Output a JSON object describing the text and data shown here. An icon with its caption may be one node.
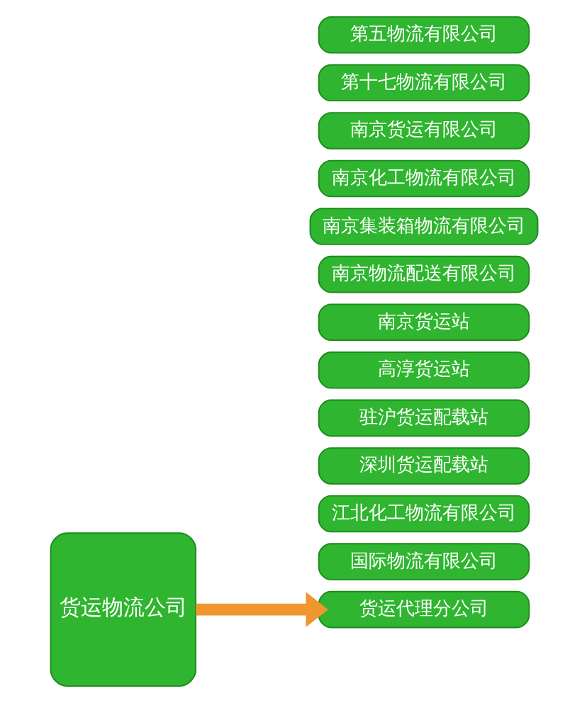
{
  "diagram": {
    "nodes": [
      {
        "text": [
          "货运物流公司"
        ]
      },
      {
        "text": [
          "第五物流有限公司"
        ]
      },
      {
        "text": [
          "第十七物流有限公司"
        ]
      },
      {
        "text": [
          "南京货运有限公司"
        ]
      },
      {
        "text": [
          "南京化工物流有限公司"
        ]
      },
      {
        "text": [
          "南京集装箱物流有限公司"
        ]
      },
      {
        "text": [
          "南京物流配送有限公司"
        ]
      },
      {
        "text": [
          "货运代理分公司"
        ]
      },
      {
        "text": [
          "南京货运站"
        ]
      },
      {
        "text": [
          "高淳货运站"
        ]
      },
      {
        "text": [
          "驻沪货运配载站"
        ]
      },
      {
        "text": [
          "深圳货运配载站"
        ]
      },
      {
        "text": [
          "江北化工物流有限公司"
        ]
      },
      {
        "text": [
          "国际物流有限公司"
        ]
      }
    ],
    "edges": [
      {
        "from": 0,
        "to": 7,
        "arrow": "to"
      }
    ]
  }
}
